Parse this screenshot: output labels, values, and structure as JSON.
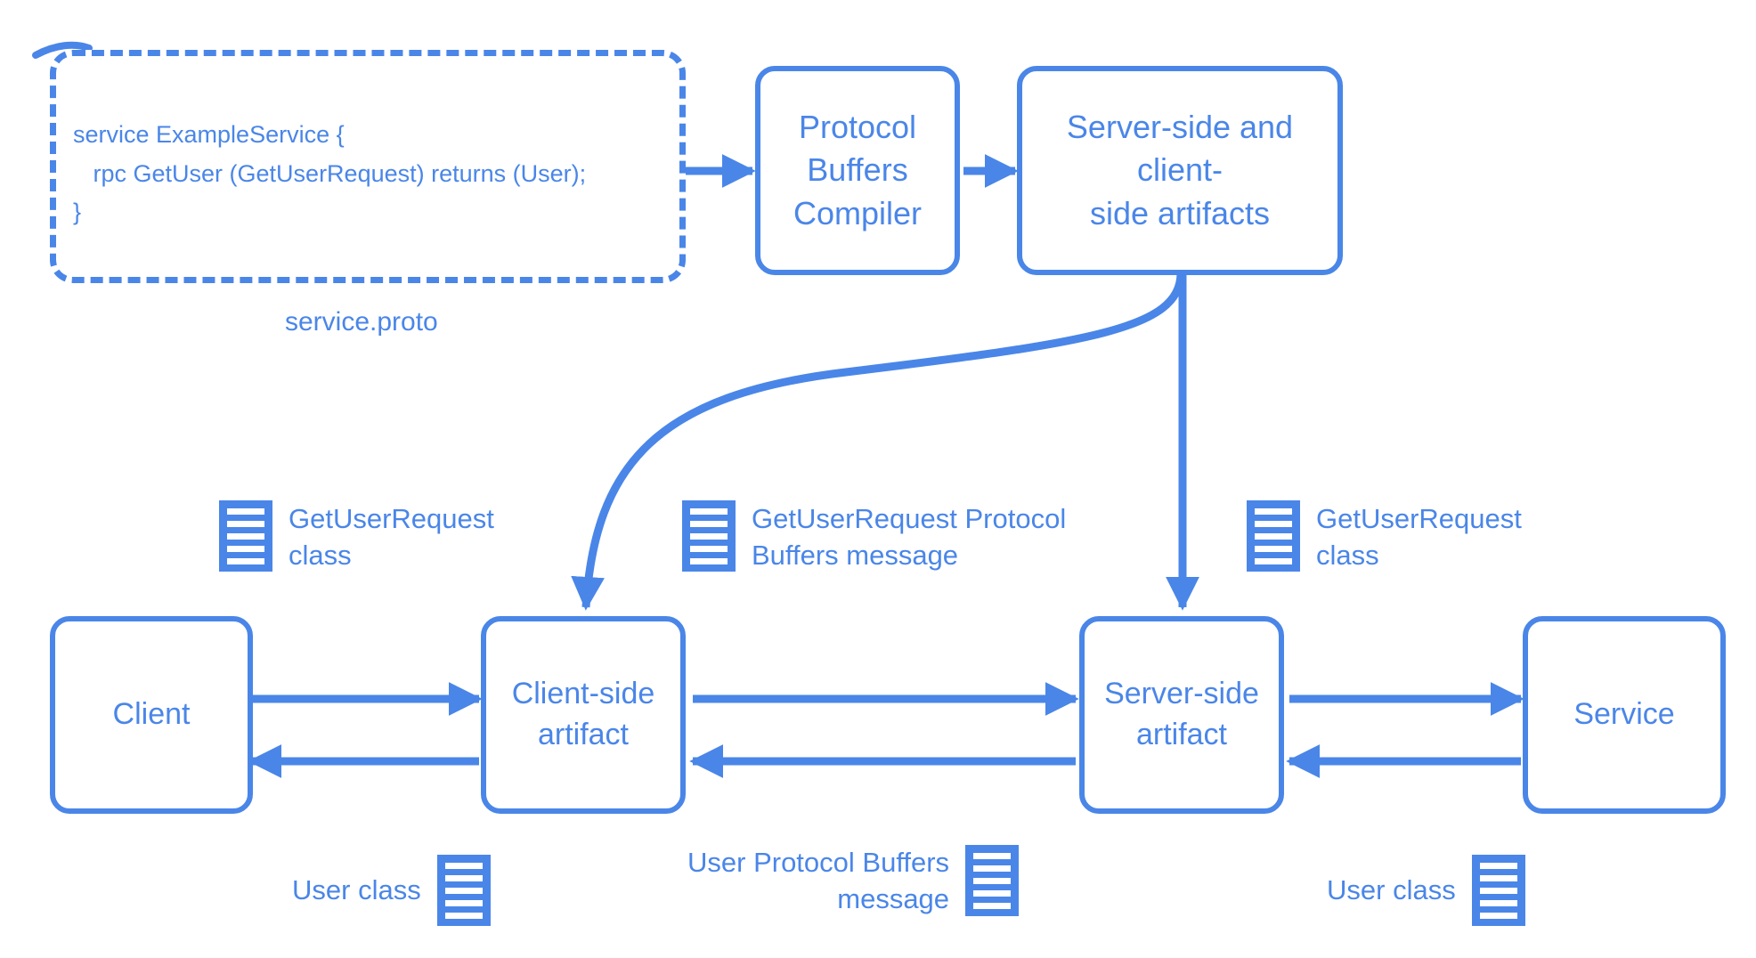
{
  "diagram": {
    "title": "gRPC protocol buffers service flow",
    "accent_color": "#4a86e8",
    "background_color": "#ffffff"
  },
  "proto_file": {
    "code": "service ExampleService {\n   rpc GetUser (GetUserRequest) returns (User);\n}",
    "caption": "service.proto"
  },
  "nodes": {
    "compiler": {
      "label": "Protocol\nBuffers\nCompiler"
    },
    "artifacts": {
      "label": "Server-side and client-\nside artifacts"
    },
    "client": {
      "label": "Client"
    },
    "client_artifact": {
      "label": "Client-side\nartifact"
    },
    "server_artifact": {
      "label": "Server-side\nartifact"
    },
    "service": {
      "label": "Service"
    }
  },
  "annotations": {
    "top_left": {
      "text": "GetUserRequest\nclass",
      "icon": "document-icon"
    },
    "top_middle": {
      "text": "GetUserRequest Protocol\nBuffers message",
      "icon": "document-icon"
    },
    "top_right": {
      "text": "GetUserRequest\nclass",
      "icon": "document-icon"
    },
    "bottom_left": {
      "text": "User class",
      "icon": "document-icon"
    },
    "bottom_middle": {
      "text": "User Protocol Buffers\nmessage",
      "icon": "document-icon"
    },
    "bottom_right": {
      "text": "User class",
      "icon": "document-icon"
    }
  }
}
